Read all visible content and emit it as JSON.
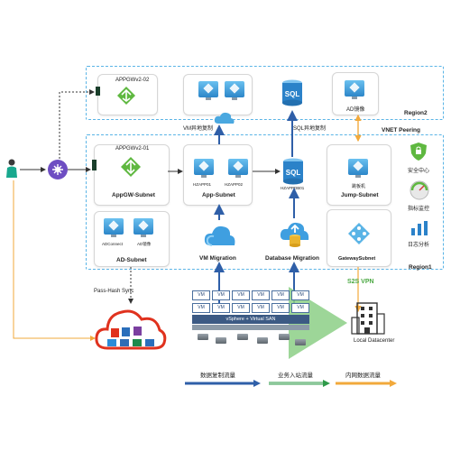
{
  "regions": {
    "region2": "Region2",
    "region1": "Region1",
    "vnet_peering": "VNET Peering"
  },
  "region2": {
    "appgw": "APPGWv2-02",
    "ad_mirror": "AD镜像",
    "vm_copy": "VM异地复制",
    "sql_copy": "SQL异地复制"
  },
  "region1": {
    "appgw": "APPGWv2-01",
    "appgw_subnet": "AppGW-Subnet",
    "app_vm1": "HZAPP01",
    "app_vm2": "HZAPP02",
    "app_subnet": "App-Subnet",
    "db_vm": "HZAPPDB01",
    "jump_vm": "跳板机",
    "jump_subnet": "Jump-Subnet",
    "ad_connect": "ADConnect",
    "ad_mirror": "AD镜像",
    "ad_subnet": "AD-Subnet",
    "vm_migration": "VM Migration",
    "db_migration": "Database Migration",
    "gateway_subnet": "GatewaySubnet"
  },
  "services": {
    "security": "安全中心",
    "monitor": "指标监控",
    "log": "日志分析"
  },
  "sync": {
    "pass_hash": "Pass-Hash Sync"
  },
  "onprem": {
    "vm_label": "VM",
    "vsphere": "vSphere + Virtual SAN",
    "s2s": "S2S VPN",
    "datacenter": "Local Datacenter"
  },
  "legend": {
    "data_copy": "数据复制流量",
    "business_in": "业务入站流量",
    "intranet": "内网数据流量"
  },
  "colors": {
    "region_border": "#5ab4e6",
    "data_copy": "#2f5fa8",
    "business_in": "#2e9a49",
    "intranet": "#f2a93b",
    "vpn": "#8ccf86"
  },
  "icons": [
    "user-icon",
    "traffic-manager-icon",
    "gateway-icon",
    "vm-icon",
    "sql-icon",
    "cloud-icon",
    "office365-icon",
    "building-icon",
    "shield-icon",
    "gauge-icon",
    "chart-icon"
  ]
}
